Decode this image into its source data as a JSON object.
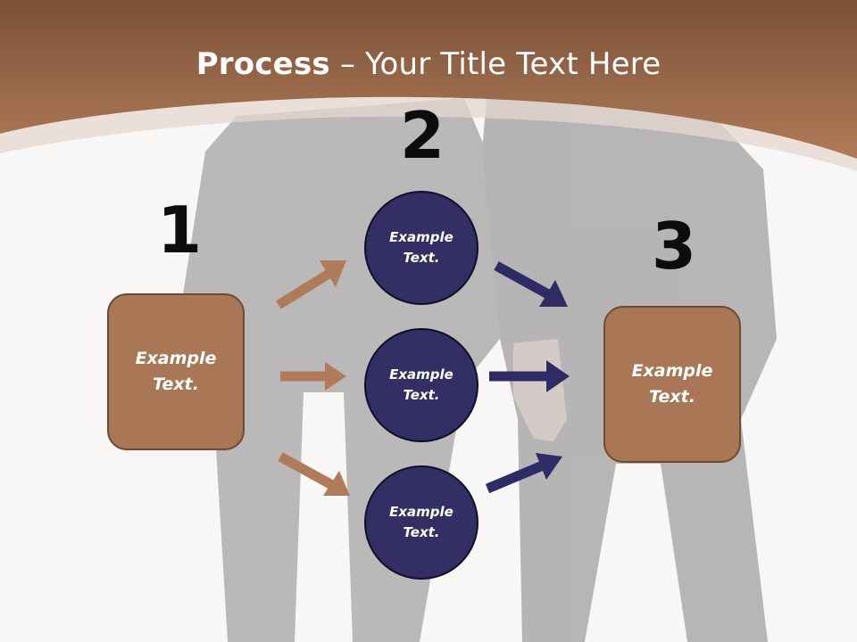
{
  "slide": {
    "title_bold": "Process",
    "title_rest": " – Your Title Text Here",
    "steps": [
      {
        "number": "1",
        "label": "Example\nText."
      },
      {
        "number": "2"
      },
      {
        "number": "3",
        "label": "Example\nText."
      }
    ],
    "circles": [
      {
        "label": "Example\nText."
      },
      {
        "label": "Example\nText."
      },
      {
        "label": "Example\nText."
      }
    ]
  },
  "colors": {
    "header": "#a06f4f",
    "box": "#a97656",
    "circle": "#332f64",
    "arrow_in": "#b07b58",
    "arrow_out": "#2f2b64"
  }
}
